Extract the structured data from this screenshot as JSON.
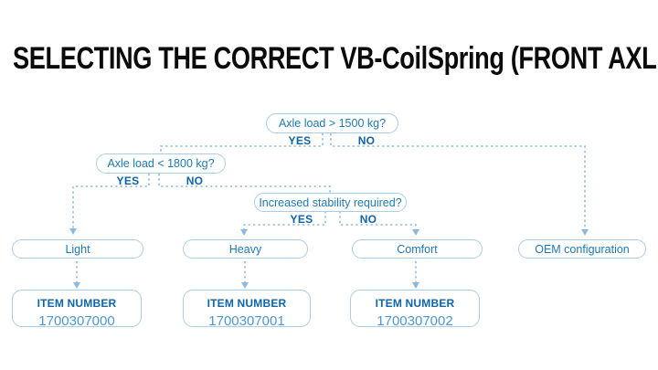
{
  "title": "SELECTING THE CORRECT VB-CoilSpring (FRONT AXLE)",
  "colors": {
    "title_text": "#0b0b0b",
    "node_border": "#a9cde9",
    "node_text": "#1b7abd",
    "branch_label_text": "#0e63ae",
    "item_heading_text": "#0c66b2",
    "item_number_text": "#4e97d1",
    "connector_line": "#8cbade",
    "background": "#ffffff"
  },
  "flowchart": {
    "decisions": [
      {
        "label": "Axle load > 1500 kg?",
        "yes": "YES",
        "no": "NO"
      },
      {
        "label": "Axle load < 1800 kg?",
        "yes": "YES",
        "no": "NO"
      },
      {
        "label": "Increased stability required?",
        "yes": "YES",
        "no": "NO"
      }
    ],
    "outcomes": [
      {
        "label": "Light"
      },
      {
        "label": "Heavy"
      },
      {
        "label": "Comfort"
      },
      {
        "label": "OEM configuration"
      }
    ],
    "items": [
      {
        "heading": "ITEM NUMBER",
        "number": "1700307000"
      },
      {
        "heading": "ITEM NUMBER",
        "number": "1700307001"
      },
      {
        "heading": "ITEM NUMBER",
        "number": "1700307002"
      }
    ]
  }
}
